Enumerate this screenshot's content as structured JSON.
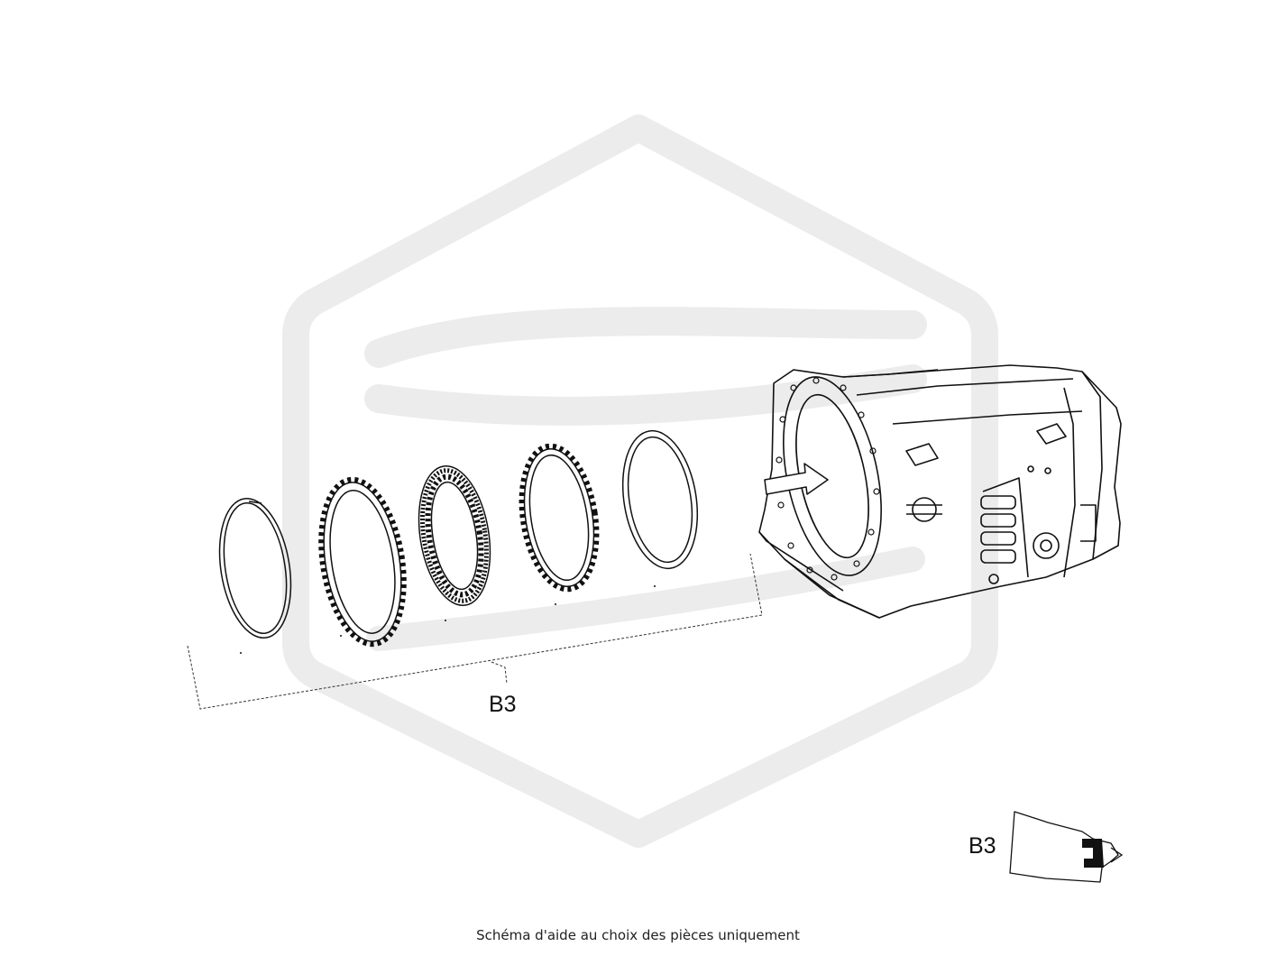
{
  "diagram": {
    "group_label": "B3",
    "locator_label": "B3",
    "caption": "Schéma d'aide au choix des pièces uniquement",
    "watermark_color": "#ececec",
    "line_color": "#111111"
  }
}
